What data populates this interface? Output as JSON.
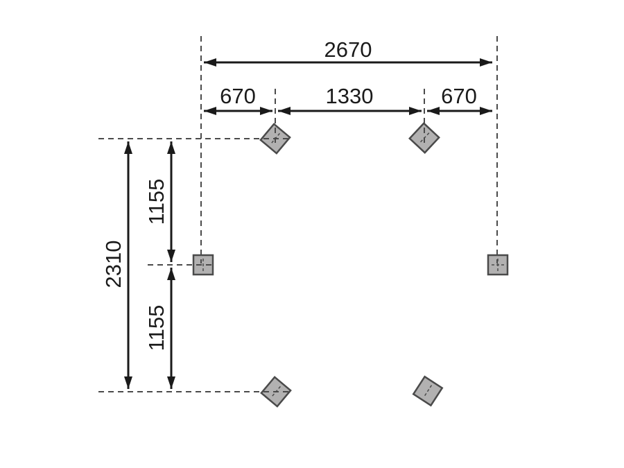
{
  "diagram": {
    "type": "dimension-plan",
    "horizontal": {
      "total": "2670",
      "segments": [
        "670",
        "1330",
        "670"
      ]
    },
    "vertical": {
      "total": "2310",
      "segments": [
        "1155",
        "1155"
      ]
    },
    "colors": {
      "line": "#1a1a1a",
      "dash": "#4a4a4a",
      "post_fill": "#b2b1b1",
      "post_stroke": "#4a4a4a",
      "background": "#ffffff"
    }
  }
}
